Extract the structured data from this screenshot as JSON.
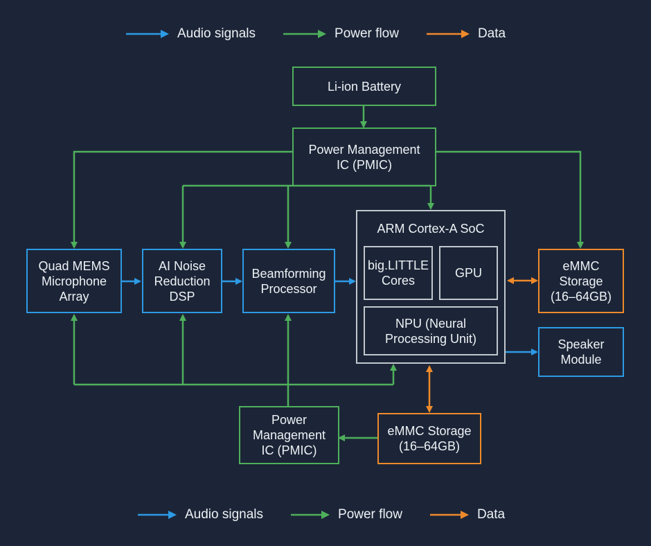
{
  "colors": {
    "background": "#1c2537",
    "audio": "#2d9be6",
    "power": "#4fb05c",
    "data": "#ef8a2b",
    "soc_border": "#c3c8cf",
    "text": "#eef2f6"
  },
  "legend_top": {
    "audio": "Audio signals",
    "power": "Power flow",
    "data": "Data"
  },
  "legend_bottom": {
    "audio": "Audio signals",
    "power": "Power flow",
    "data": "Data"
  },
  "blocks": {
    "battery": "Li-ion Battery",
    "pmic_top": "Power Management\nIC (PMIC)",
    "mic_array": "Quad MEMS\nMicrophone\nArray",
    "noise_dsp": "AI Noise\nReduction\nDSP",
    "beamforming": "Beamforming\nProcessor",
    "soc": "ARM Cortex-A SoC",
    "cores": "big.LITTLE\nCores",
    "gpu": "GPU",
    "npu": "NPU (Neural\nProcessing Unit)",
    "emmc_right": "eMMC\nStorage\n(16–64GB)",
    "speaker": "Speaker\nModule",
    "pmic_bottom": "Power\nManagement\nIC (PMIC)",
    "emmc_bottom": "eMMC Storage\n(16–64GB)"
  }
}
